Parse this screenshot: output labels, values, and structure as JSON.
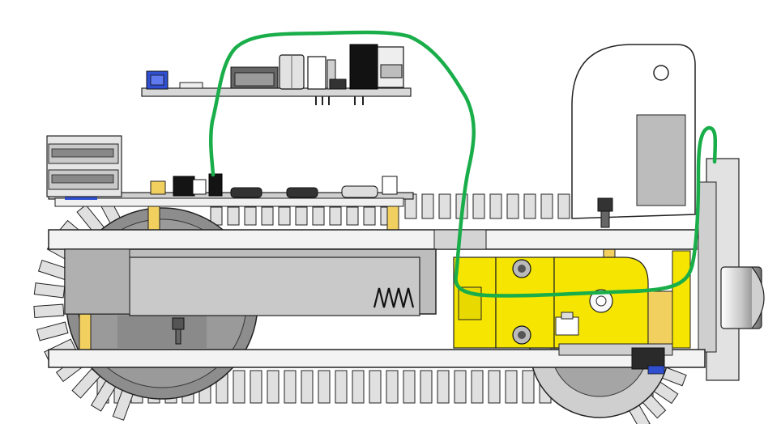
{
  "figure": {
    "subject": "robot-tracked-chassis-side-view",
    "colors": {
      "background": "#ffffff",
      "outline": "#222222",
      "light_gray": "#e4e4e4",
      "mid_gray": "#bdbdbd",
      "dark_gray": "#8a8a8a",
      "black": "#111111",
      "brass": "#f2d060",
      "motor_yellow": "#f5e500",
      "wire_green": "#1aae4a",
      "connector_blue": "#2f4fd0"
    },
    "parts": [
      "upper-circuit-board",
      "controller-board",
      "usb-port",
      "dc-jack",
      "top-chassis-plate",
      "bottom-chassis-plate",
      "battery-holder",
      "battery-spring",
      "gear-motor",
      "mounting-bracket",
      "front-sensor",
      "rear-wheel",
      "front-sprocket",
      "track-links",
      "brass-standoffs",
      "green-wire"
    ]
  }
}
